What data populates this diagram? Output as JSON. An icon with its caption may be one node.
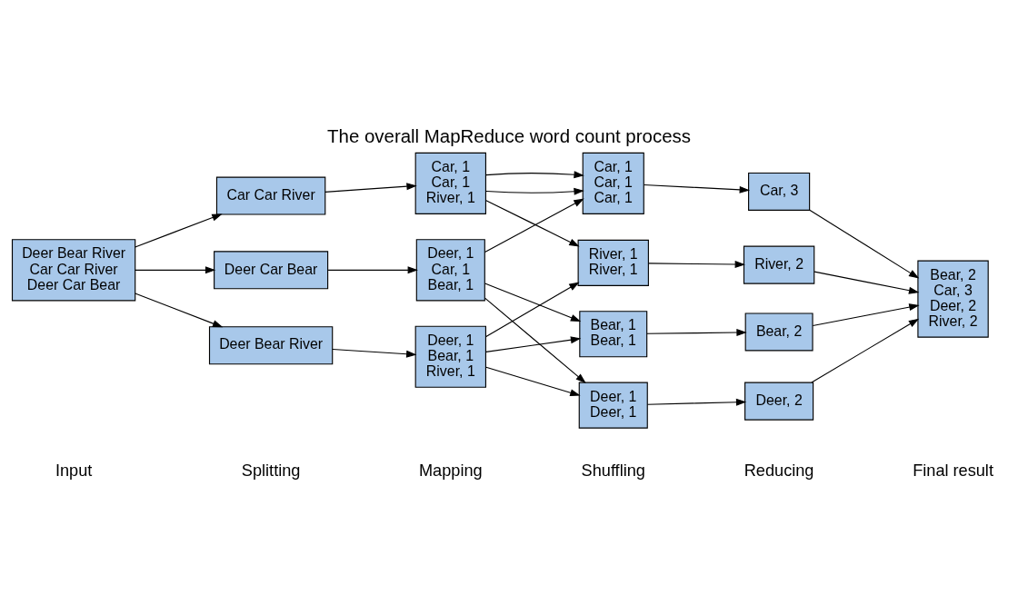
{
  "diagram": {
    "title": "The overall MapReduce word count process",
    "labels": [
      "Input",
      "Splitting",
      "Mapping",
      "Shuffling",
      "Reducing",
      "Final result"
    ],
    "nodes": [
      {
        "text": [
          "Deer Bear River",
          "Car Car River",
          "Deer Car Bear"
        ]
      },
      {
        "text": [
          "Deer Bear River"
        ]
      },
      {
        "text": [
          "Car Car River"
        ]
      },
      {
        "text": [
          "Deer Car Bear"
        ]
      },
      {
        "text": [
          "Deer, 1",
          "Bear, 1",
          "River, 1"
        ]
      },
      {
        "text": [
          "Car, 1",
          "Car, 1",
          "River, 1"
        ]
      },
      {
        "text": [
          "Deer, 1",
          "Car, 1",
          "Bear, 1"
        ]
      },
      {
        "text": [
          "Bear, 1",
          "Bear, 1"
        ]
      },
      {
        "text": [
          "Car, 1",
          "Car, 1",
          "Car, 1"
        ]
      },
      {
        "text": [
          "Deer, 1",
          "Deer, 1"
        ]
      },
      {
        "text": [
          "River, 1",
          "River, 1"
        ]
      },
      {
        "text": [
          "Bear, 2"
        ]
      },
      {
        "text": [
          "Car, 3"
        ]
      },
      {
        "text": [
          "Deer, 2"
        ]
      },
      {
        "text": [
          "River, 2"
        ]
      },
      {
        "text": [
          "Bear, 2",
          "Car, 3",
          "Deer, 2",
          "River, 2"
        ]
      }
    ],
    "edges": [
      {
        "from": 0,
        "to": 1,
        "arrow": "to"
      },
      {
        "from": 0,
        "to": 2,
        "arrow": "to"
      },
      {
        "from": 0,
        "to": 3,
        "arrow": "to"
      },
      {
        "from": 1,
        "to": 4,
        "arrow": "to"
      },
      {
        "from": 2,
        "to": 5,
        "arrow": "to"
      },
      {
        "from": 3,
        "to": 6,
        "arrow": "to"
      },
      {
        "from": 4,
        "to": 7,
        "arrow": "to"
      },
      {
        "from": 4,
        "to": 9,
        "arrow": "to"
      },
      {
        "from": 4,
        "to": 10,
        "arrow": "to"
      },
      {
        "from": 5,
        "to": 8,
        "arrow": "to"
      },
      {
        "from": 5,
        "to": 8,
        "arrow": "to"
      },
      {
        "from": 5,
        "to": 10,
        "arrow": "to"
      },
      {
        "from": 6,
        "to": 9,
        "arrow": "to"
      },
      {
        "from": 6,
        "to": 8,
        "arrow": "to"
      },
      {
        "from": 6,
        "to": 7,
        "arrow": "to"
      },
      {
        "from": 7,
        "to": 11,
        "arrow": "to"
      },
      {
        "from": 8,
        "to": 12,
        "arrow": "to"
      },
      {
        "from": 9,
        "to": 13,
        "arrow": "to"
      },
      {
        "from": 10,
        "to": 14,
        "arrow": "to"
      },
      {
        "from": 11,
        "to": 15,
        "arrow": "to"
      },
      {
        "from": 12,
        "to": 15,
        "arrow": "to"
      },
      {
        "from": 13,
        "to": 15,
        "arrow": "to"
      },
      {
        "from": 14,
        "to": 15,
        "arrow": "to"
      }
    ]
  }
}
